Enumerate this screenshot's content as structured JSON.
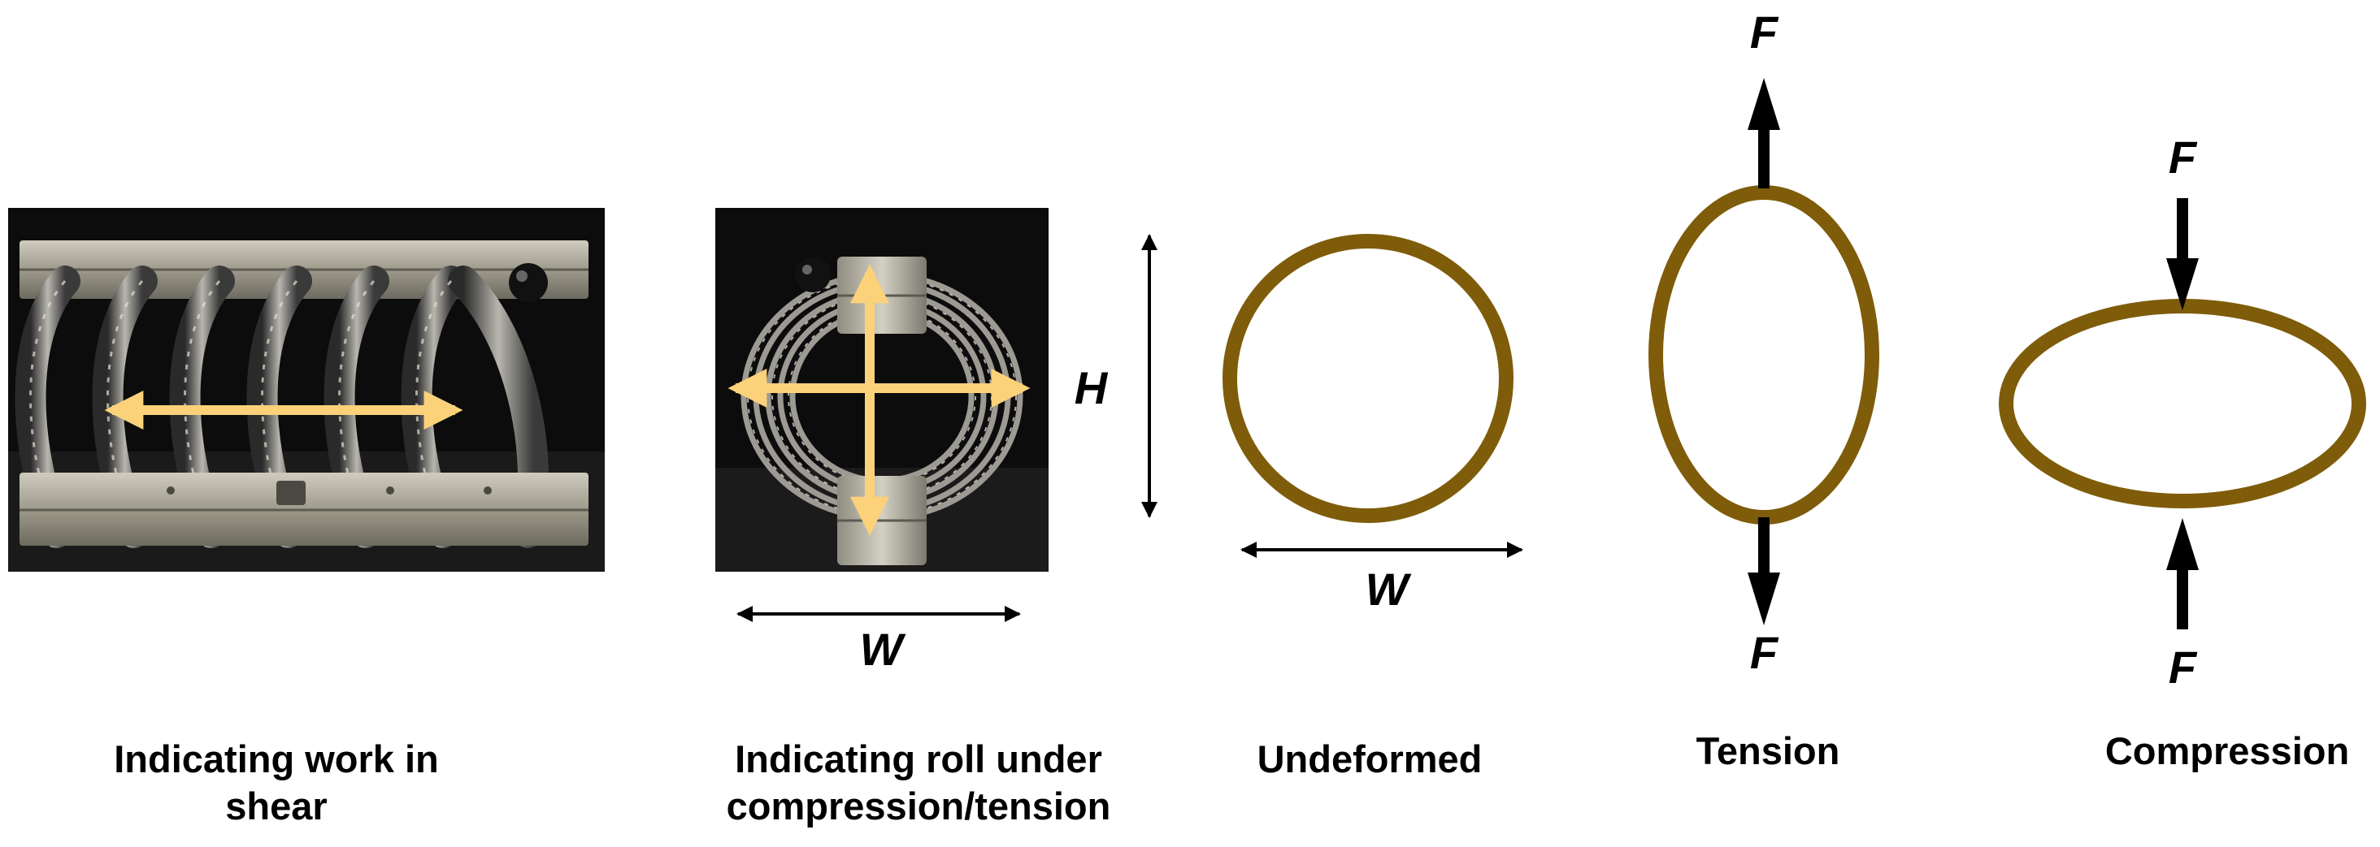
{
  "colors": {
    "ring": "#7e5c0a",
    "arrow_highlight": "#fbd27a",
    "arrow_black": "#000000"
  },
  "panels": {
    "shear": {
      "caption": "Indicating work in shear"
    },
    "roll": {
      "caption": "Indicating roll under compression/tension",
      "width_symbol": "W"
    },
    "undeformed": {
      "caption": "Undeformed",
      "height_symbol": "H",
      "width_symbol": "W"
    },
    "tension": {
      "caption": "Tension",
      "force_top": "F",
      "force_bottom": "F"
    },
    "compression": {
      "caption": "Compression",
      "force_top": "F",
      "force_bottom": "F"
    }
  }
}
